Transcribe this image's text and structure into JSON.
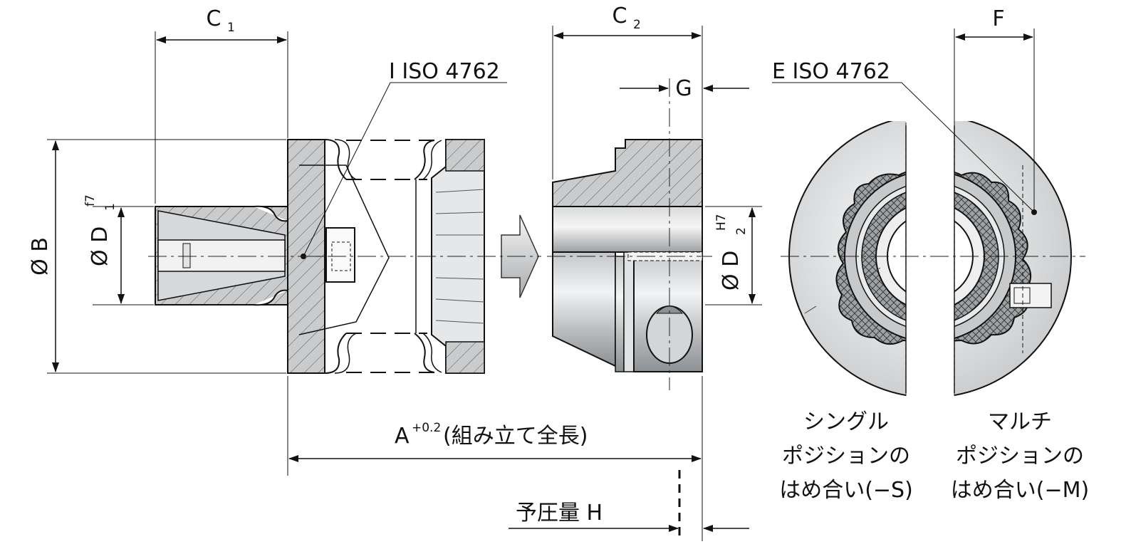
{
  "dimensions": {
    "c1": {
      "main": "C",
      "sub": "1"
    },
    "c2": {
      "main": "C",
      "sub": "2"
    },
    "f": "F",
    "g": "G",
    "b": "Ø B",
    "d1": {
      "main": "Ø D",
      "sub": "1",
      "sup": "f7"
    },
    "d2": {
      "main": "Ø D",
      "sub": "2",
      "sup": "H7"
    },
    "a": {
      "main": "A",
      "sup": "+0.2",
      "note": "(組み立て全長)"
    },
    "h": "予圧量 H"
  },
  "callouts": {
    "screw_i": "I ISO  4762",
    "screw_e": "E ISO  4762"
  },
  "fit_types": {
    "single": [
      "シングル",
      "ポジションの",
      "はめ合い(−S)"
    ],
    "multi": [
      "マルチ",
      "ポジションの",
      "はめ合い(−M)"
    ]
  }
}
